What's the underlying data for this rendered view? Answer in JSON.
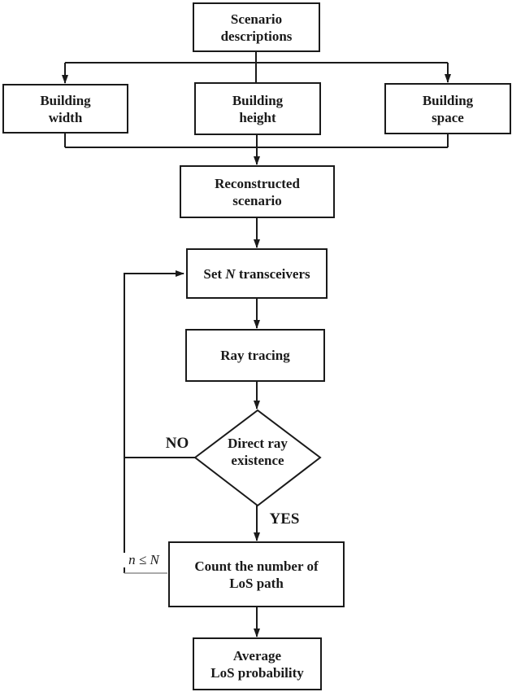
{
  "diagram": {
    "nodes": {
      "scenario": {
        "line1": "Scenario",
        "line2": "descriptions"
      },
      "building_width": {
        "line1": "Building",
        "line2": "width"
      },
      "building_height": {
        "line1": "Building",
        "line2": "height"
      },
      "building_space": {
        "line1": "Building",
        "line2": "space"
      },
      "reconstructed": {
        "line1": "Reconstructed",
        "line2": "scenario"
      },
      "set_transceivers": {
        "pre": "Set ",
        "variable": "N",
        "post": " transceivers"
      },
      "ray_tracing": {
        "label": "Ray tracing"
      },
      "direct_ray": {
        "line1": "Direct ray",
        "line2": "existence"
      },
      "count_los": {
        "line1": "Count the number of",
        "line2": "LoS path"
      },
      "average_los": {
        "line1": "Average",
        "line2": "LoS probability"
      }
    },
    "edge_labels": {
      "no": "NO",
      "yes": "YES",
      "loop_condition": "n ≤ N"
    },
    "colors": {
      "line": "#1a1a1a",
      "loop_segment_gray": "#8f8f8f",
      "background": "#ffffff"
    }
  }
}
